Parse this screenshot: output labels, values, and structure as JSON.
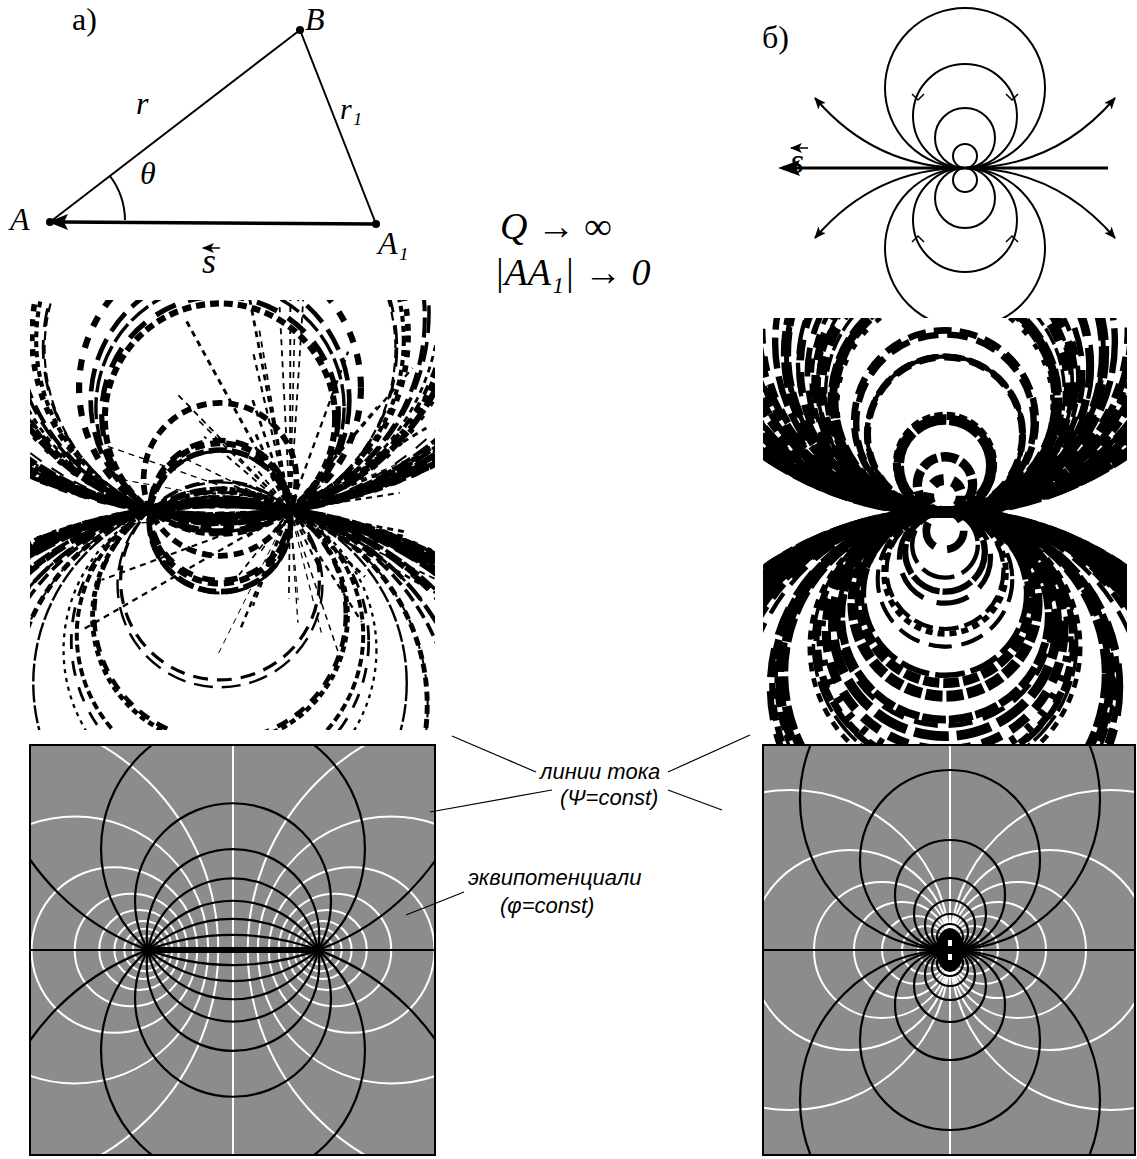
{
  "diagram": {
    "labels": [
      "а)",
      "B",
      "r",
      "θ",
      "r₁",
      "A",
      "s",
      "A₁",
      "Q → ∞",
      "|AA₁| → 0",
      "б)",
      "s",
      "линии тока",
      "(Ψ=const)",
      "эквипотенциали",
      "(φ=const)"
    ]
  }
}
